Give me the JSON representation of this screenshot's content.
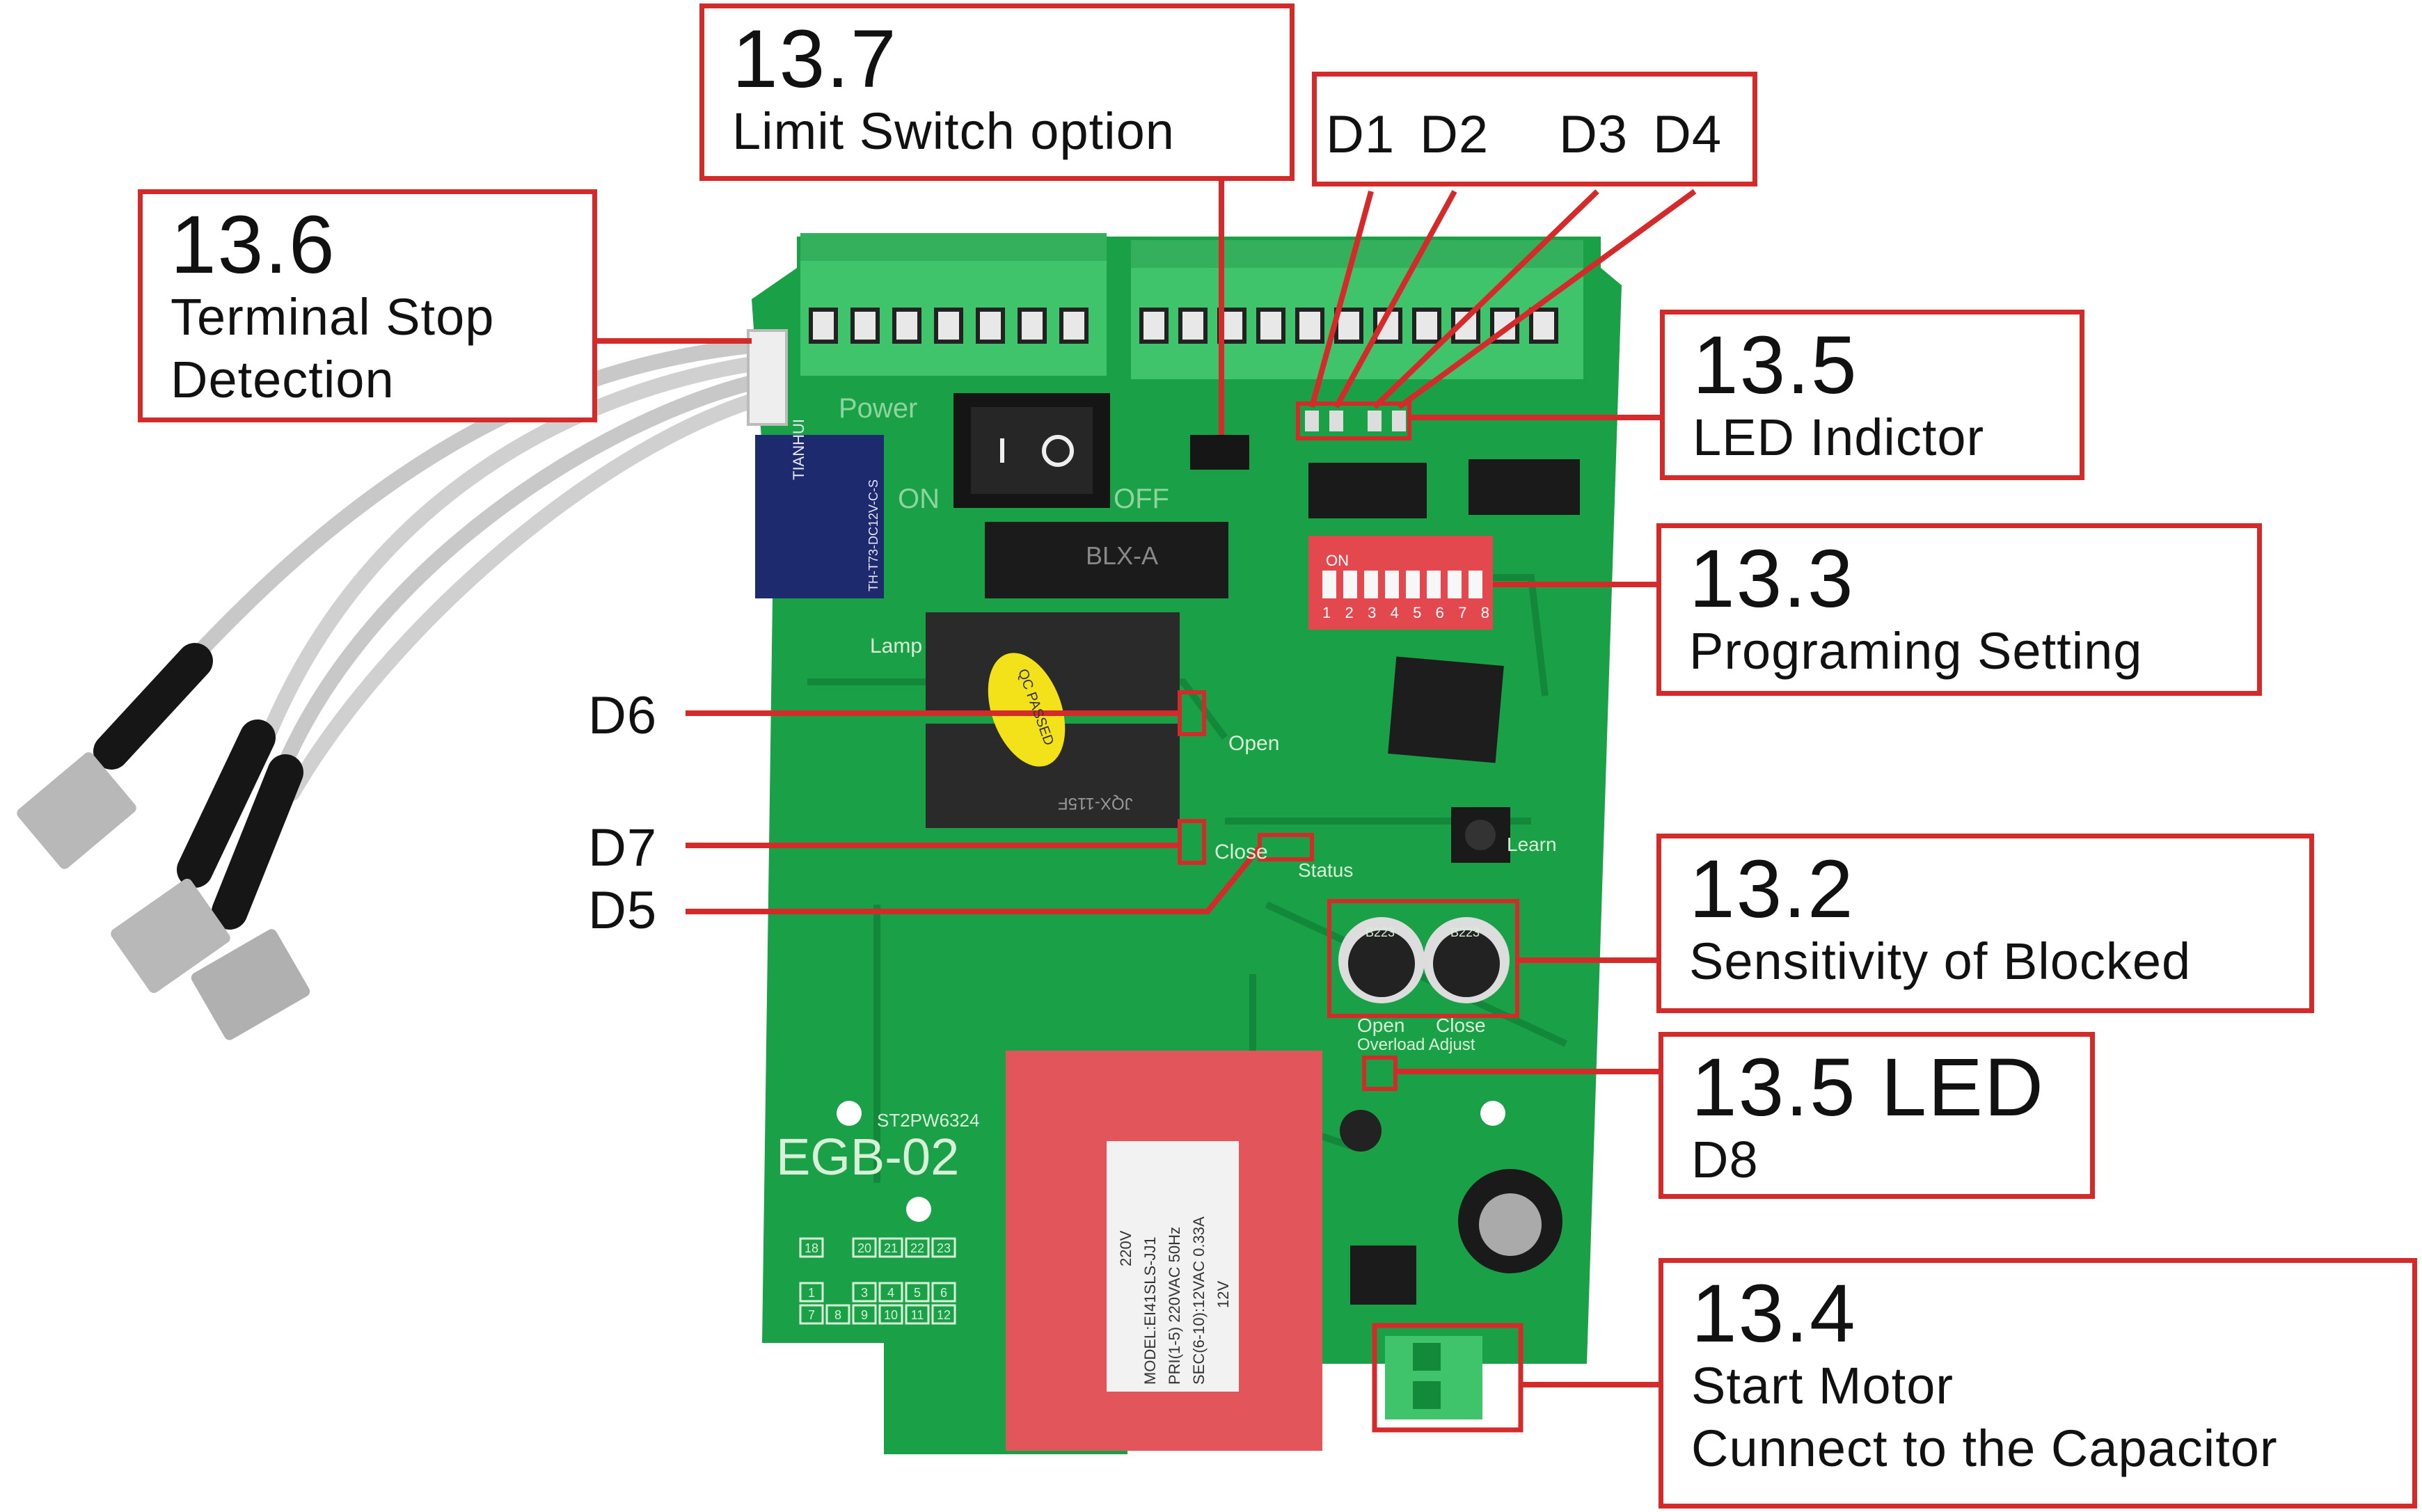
{
  "callouts": {
    "c137": {
      "number": "13.7",
      "text": "Limit Switch option"
    },
    "c136": {
      "number": "13.6",
      "text1": "Terminal Stop",
      "text2": "Detection"
    },
    "c135": {
      "number": "13.5",
      "text": "LED Indictor"
    },
    "c133": {
      "number": "13.3",
      "text": "Programing Setting"
    },
    "c132": {
      "number": "13.2",
      "text": "Sensitivity of Blocked"
    },
    "c135b": {
      "number": "13.5 LED",
      "text": "D8"
    },
    "c134": {
      "number": "13.4",
      "text1": "Start Motor",
      "text2": "Cunnect to the Capacitor"
    }
  },
  "leds_top": {
    "d1": "D1",
    "d2": "D2",
    "d3": "D3",
    "d4": "D4"
  },
  "leds_left": {
    "d6": "D6",
    "d7": "D7",
    "d5": "D5"
  },
  "board": {
    "model": "EGB-02",
    "serial": "ST2PW6324",
    "power": "Power",
    "on": "ON",
    "off": "OFF",
    "lamp": "Lamp",
    "open": "Open",
    "close": "Close",
    "status": "Status",
    "learn": "Learn",
    "overload_open": "Open",
    "overload_close": "Close",
    "overload_adjust": "Overload Adjust",
    "relay_brand": "TIANHUI",
    "relay_model": "TH-T73-DC12V-C-S",
    "fuse": "BLX-A",
    "qc": "QC PASSED",
    "relay2": "JQX-115F",
    "dip_on": "ON",
    "dip_numbers": [
      "1",
      "2",
      "3",
      "4",
      "5",
      "6",
      "7",
      "8"
    ],
    "pot": "B223",
    "transformer_line1": "220V",
    "transformer_line2": "MODEL:EI41SLS-JJ1",
    "transformer_line3": "PRI(1-5) 220VAC 50Hz",
    "transformer_line4": "SEC(6-10):12VAC 0.33A",
    "transformer_line5": "12V",
    "pins": [
      "18",
      "20",
      "21",
      "22",
      "23",
      "1",
      "3",
      "4",
      "5",
      "6",
      "7",
      "8",
      "9",
      "10",
      "11",
      "12"
    ]
  },
  "colors": {
    "pcb": "#1aa046",
    "callout_border": "#d42a2a",
    "terminal": "#3fc46b",
    "transformer": "#e2555b"
  }
}
